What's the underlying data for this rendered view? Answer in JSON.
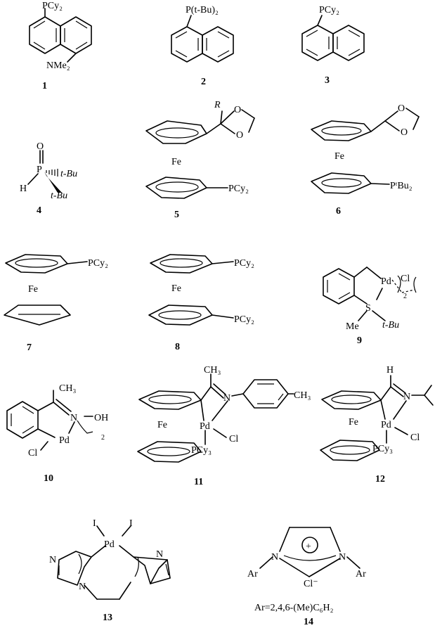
{
  "compounds": [
    {
      "number": "1",
      "labels": {
        "phosphine": "PCy₂",
        "amine": "NMe₂"
      }
    },
    {
      "number": "2",
      "labels": {
        "phosphine": "P(t-Bu)₂"
      }
    },
    {
      "number": "3",
      "labels": {
        "phosphine": "PCy₂"
      }
    },
    {
      "number": "4",
      "labels": {
        "oxygen": "O",
        "phosphorus": "P",
        "hydrogen": "H",
        "tbu1": "t-Bu",
        "tbu2": "t-Bu"
      }
    },
    {
      "number": "5",
      "labels": {
        "r": "R",
        "o1": "O",
        "o2": "O",
        "iron": "Fe",
        "phosphine": "PCy₂"
      }
    },
    {
      "number": "6",
      "labels": {
        "o1": "O",
        "o2": "O",
        "iron": "Fe",
        "phosphine": "PᵗBu₂"
      }
    },
    {
      "number": "7",
      "labels": {
        "phosphine": "PCy₂",
        "iron": "Fe"
      }
    },
    {
      "number": "8",
      "labels": {
        "phosphine1": "PCy₂",
        "iron": "Fe",
        "phosphine2": "PCy₂"
      }
    },
    {
      "number": "9",
      "labels": {
        "pd": "Pd",
        "cl": "Cl",
        "s": "S",
        "me": "Me",
        "tbu": "t-Bu",
        "sub2": "2"
      }
    },
    {
      "number": "10",
      "labels": {
        "ch3": "CH₃",
        "n": "N",
        "oh": "OH",
        "pd": "Pd",
        "cl": "Cl",
        "sub2": "2"
      }
    },
    {
      "number": "11",
      "labels": {
        "ch3a": "CH₃",
        "n": "N",
        "ch3b": "CH₃",
        "iron": "Fe",
        "pd": "Pd",
        "cl": "Cl",
        "pcy3": "PCy₃"
      }
    },
    {
      "number": "12",
      "labels": {
        "h": "H",
        "n": "N",
        "iron": "Fe",
        "pd": "Pd",
        "cl": "Cl",
        "pcy3": "PCy₃"
      }
    },
    {
      "number": "13",
      "labels": {
        "i1": "I",
        "i2": "I",
        "pd": "Pd",
        "n1": "N",
        "n2": "N",
        "n3": "N"
      }
    },
    {
      "number": "14",
      "labels": {
        "n1": "N",
        "n2": "N",
        "ar1": "Ar",
        "ar2": "Ar",
        "cl": "Cl⁻",
        "plus": "+",
        "note": "Ar=2,4,6-(Me)C₆H₂"
      }
    }
  ]
}
